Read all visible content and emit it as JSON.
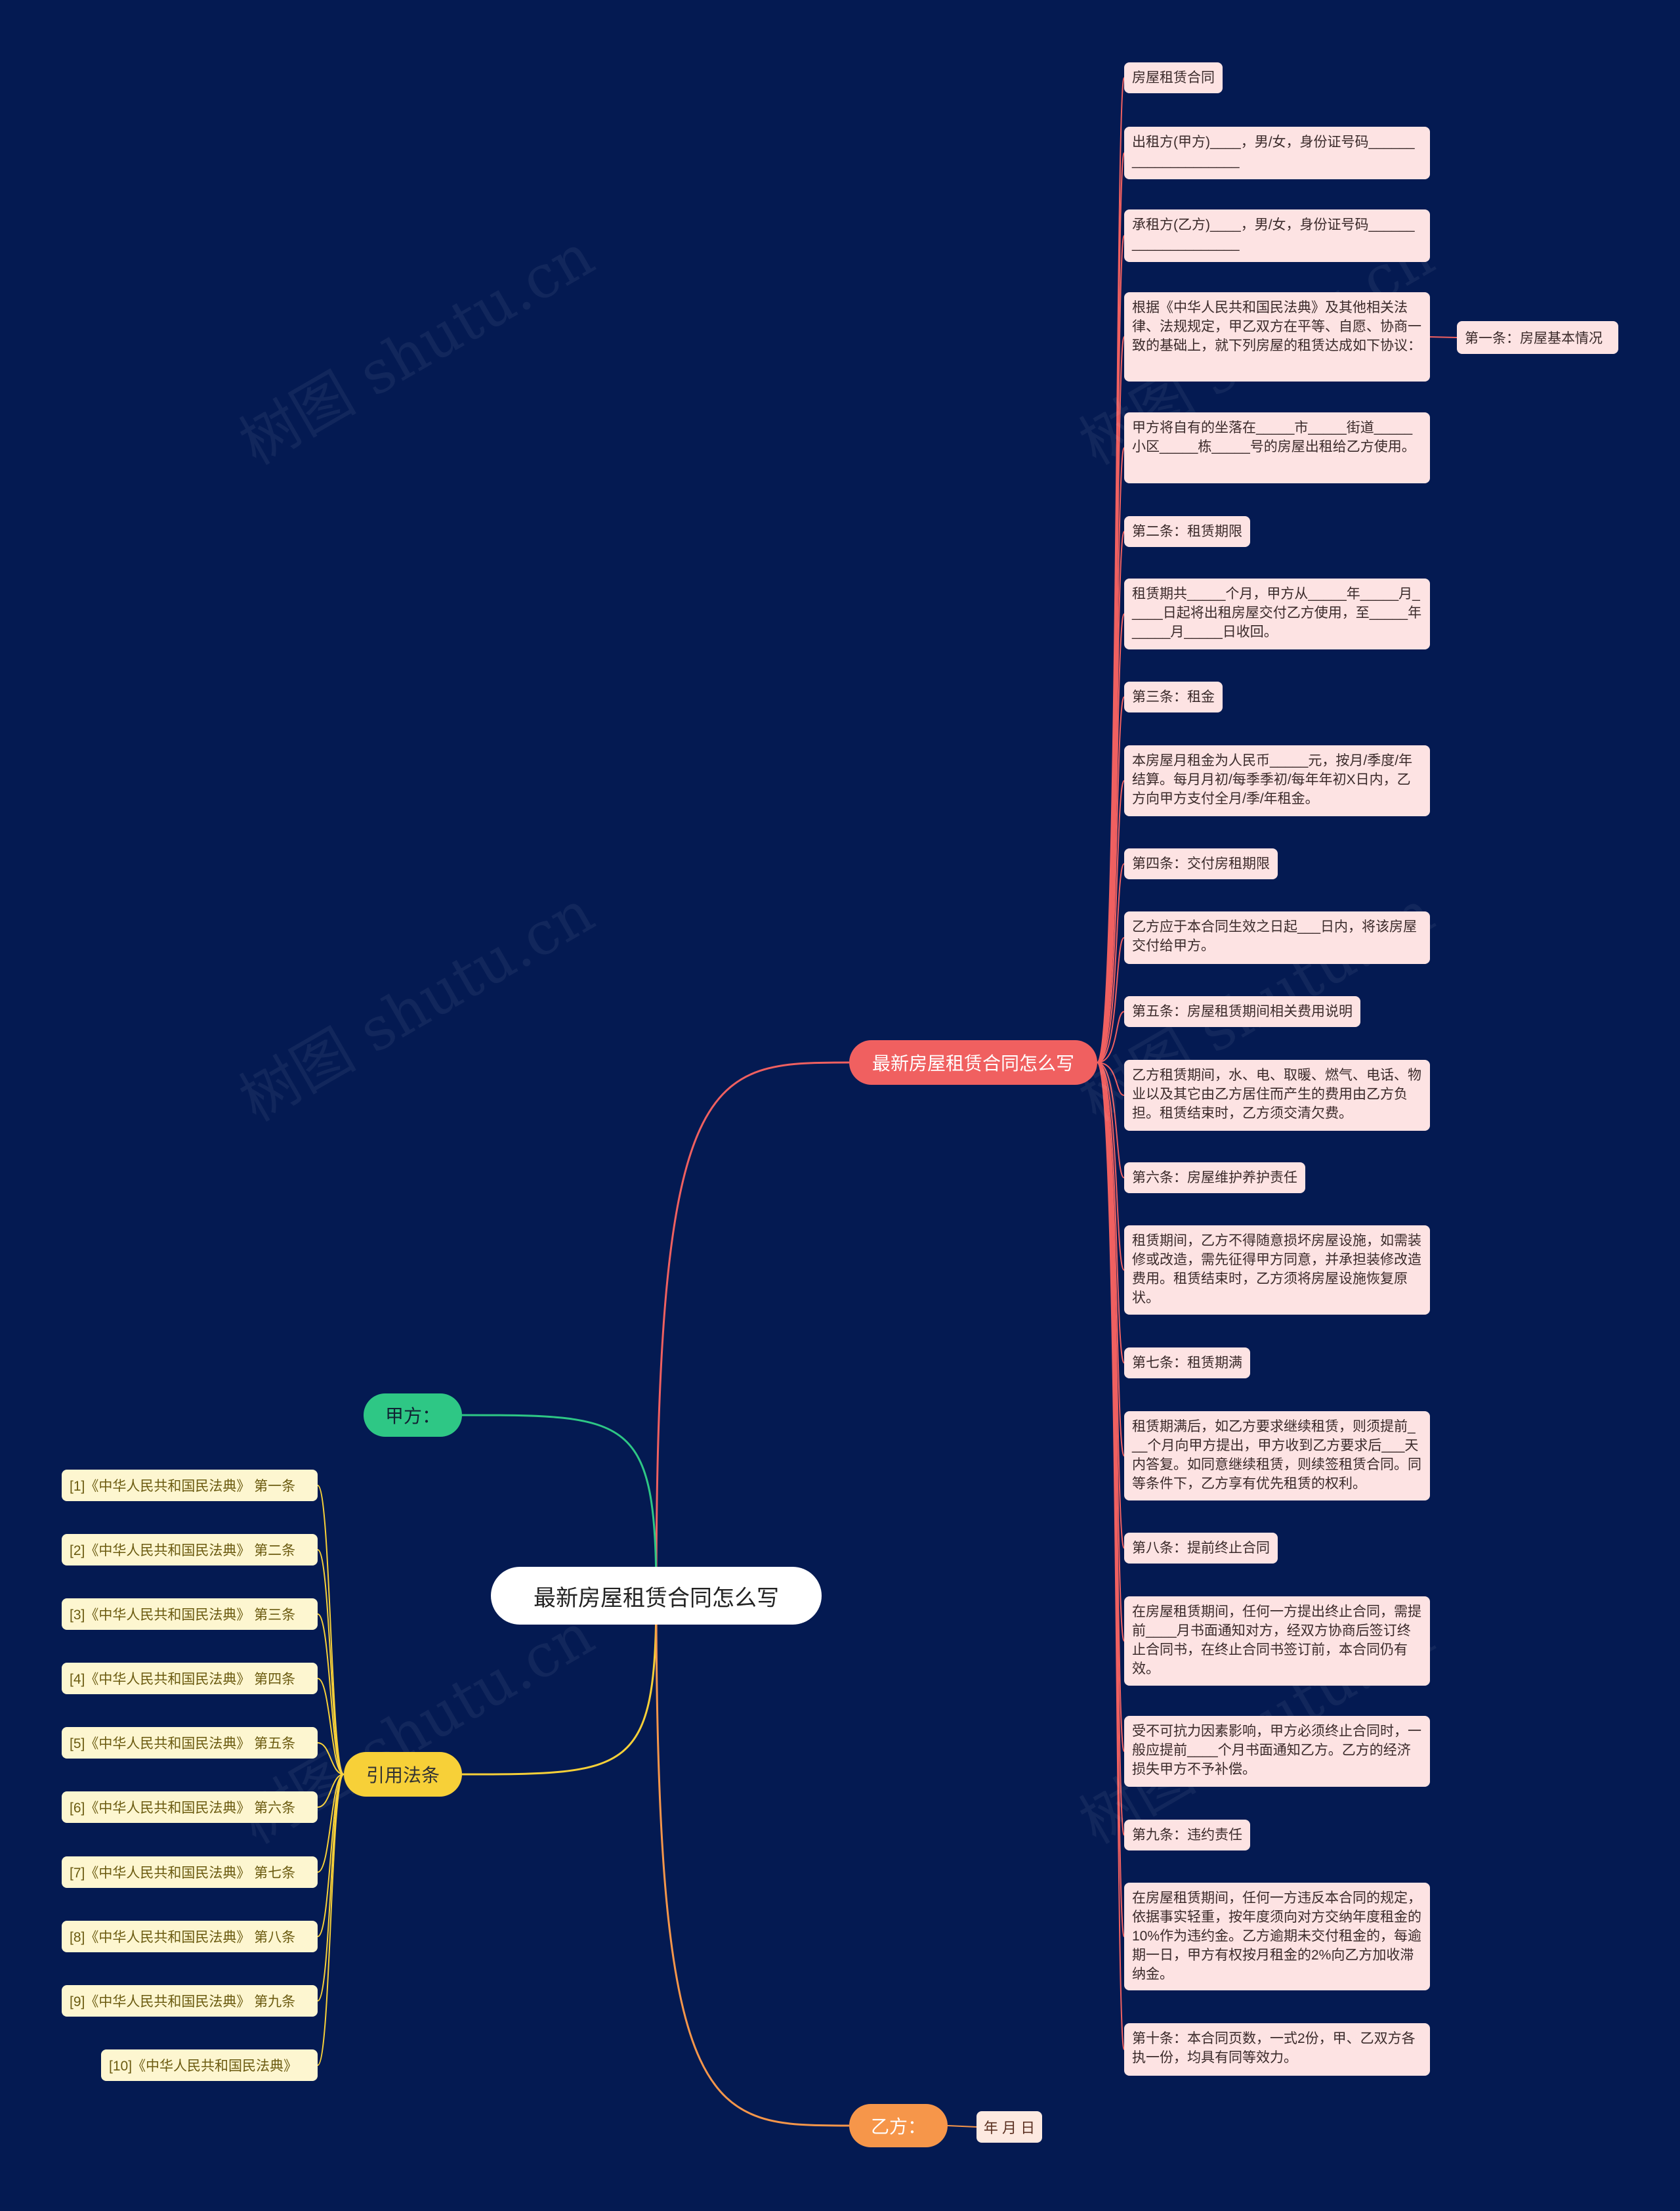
{
  "root": {
    "label": "最新房屋租赁合同怎么写"
  },
  "branches": {
    "contract": {
      "label": "最新房屋租赁合同怎么写",
      "color": "#f06060"
    },
    "party_a": {
      "label": "甲方：",
      "color": "#2ec785"
    },
    "laws": {
      "label": "引用法条",
      "color": "#f7d038"
    },
    "party_b": {
      "label": "乙方：",
      "color": "#f6964a"
    }
  },
  "contract_items": [
    "房屋租赁合同",
    "出租方(甲方)____，男/女，身份证号码____________________",
    "承租方(乙方)____，男/女，身份证号码____________________",
    "根据《中华人民共和国民法典》及其他相关法律、法规规定，甲乙双方在平等、自愿、协商一致的基础上，就下列房屋的租赁达成如下协议：",
    "甲方将自有的坐落在_____市_____街道_____小区_____栋_____号的房屋出租给乙方使用。",
    "第二条：租赁期限",
    "租赁期共_____个月，甲方从_____年_____月_____日起将出租房屋交付乙方使用，至_____年_____月_____日收回。",
    "第三条：租金",
    "本房屋月租金为人民币_____元，按月/季度/年结算。每月月初/每季季初/每年年初X日内，乙方向甲方支付全月/季/年租金。",
    "第四条：交付房租期限",
    "乙方应于本合同生效之日起___日内，将该房屋交付给甲方。",
    "第五条：房屋租赁期间相关费用说明",
    "乙方租赁期间，水、电、取暖、燃气、电话、物业以及其它由乙方居住而产生的费用由乙方负担。租赁结束时，乙方须交清欠费。",
    "第六条：房屋维护养护责任",
    "租赁期间，乙方不得随意损坏房屋设施，如需装修或改造，需先征得甲方同意，并承担装修改造费用。租赁结束时，乙方须将房屋设施恢复原状。",
    "第七条：租赁期满",
    "租赁期满后，如乙方要求继续租赁，则须提前___个月向甲方提出，甲方收到乙方要求后___天内答复。如同意继续租赁，则续签租赁合同。同等条件下，乙方享有优先租赁的权利。",
    "第八条：提前终止合同",
    "在房屋租赁期间，任何一方提出终止合同，需提前____月书面通知对方，经双方协商后签订终止合同书，在终止合同书签订前，本合同仍有效。",
    "受不可抗力因素影响，甲方必须终止合同时，一般应提前____个月书面通知乙方。乙方的经济损失甲方不予补偿。",
    "第九条：违约责任",
    "在房屋租赁期间，任何一方违反本合同的规定，依据事实轻重，按年度须向对方交纳年度租金的10%作为违约金。乙方逾期未交付租金的，每逾期一日，甲方有权按月租金的2%向乙方加收滞纳金。",
    "第十条：本合同页数，一式2份，甲、乙双方各执一份，均具有同等效力。"
  ],
  "item3_child": "第一条：房屋基本情况",
  "laws": [
    "[1]《中华人民共和国民法典》 第一条",
    "[2]《中华人民共和国民法典》 第二条",
    "[3]《中华人民共和国民法典》 第三条",
    "[4]《中华人民共和国民法典》 第四条",
    "[5]《中华人民共和国民法典》 第五条",
    "[6]《中华人民共和国民法典》 第六条",
    "[7]《中华人民共和国民法典》 第七条",
    "[8]《中华人民共和国民法典》 第八条",
    "[9]《中华人民共和国民法典》 第九条",
    "[10]《中华人民共和国民法典》"
  ],
  "party_b_child": "年 月 日",
  "watermark": "树图 shutu.cn"
}
